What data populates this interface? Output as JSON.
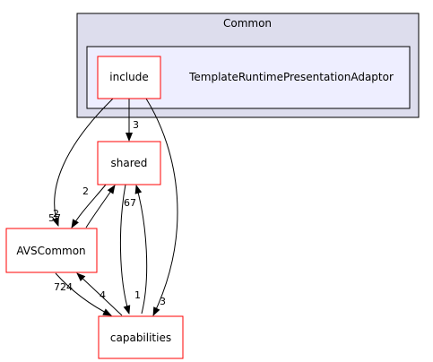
{
  "diagram": {
    "outer_cluster": {
      "label": "Common"
    },
    "inner_cluster": {
      "label": "TemplateRuntimePresentationAdaptor"
    },
    "nodes": {
      "include": {
        "label": "include"
      },
      "shared": {
        "label": "shared"
      },
      "avscommon": {
        "label": "AVSCommon"
      },
      "capabilities": {
        "label": "capabilities"
      }
    },
    "edges": {
      "include_to_shared": {
        "label": "3"
      },
      "include_to_avscommon": {
        "label": "2"
      },
      "include_to_capabilities": {
        "label": "3"
      },
      "shared_to_avscommon": {
        "label": "57"
      },
      "avscommon_to_shared": {
        "label": "2"
      },
      "shared_to_capabilities": {
        "label": "1"
      },
      "capabilities_to_shared": {
        "label": "67"
      },
      "avscommon_to_capabilities": {
        "label": "724"
      },
      "capabilities_to_avscommon": {
        "label": "4"
      }
    },
    "colors": {
      "outer_cluster_fill": "#dddded",
      "inner_cluster_fill": "#eeeeff",
      "node_border": "#ff0000",
      "edge": "#000000"
    }
  }
}
